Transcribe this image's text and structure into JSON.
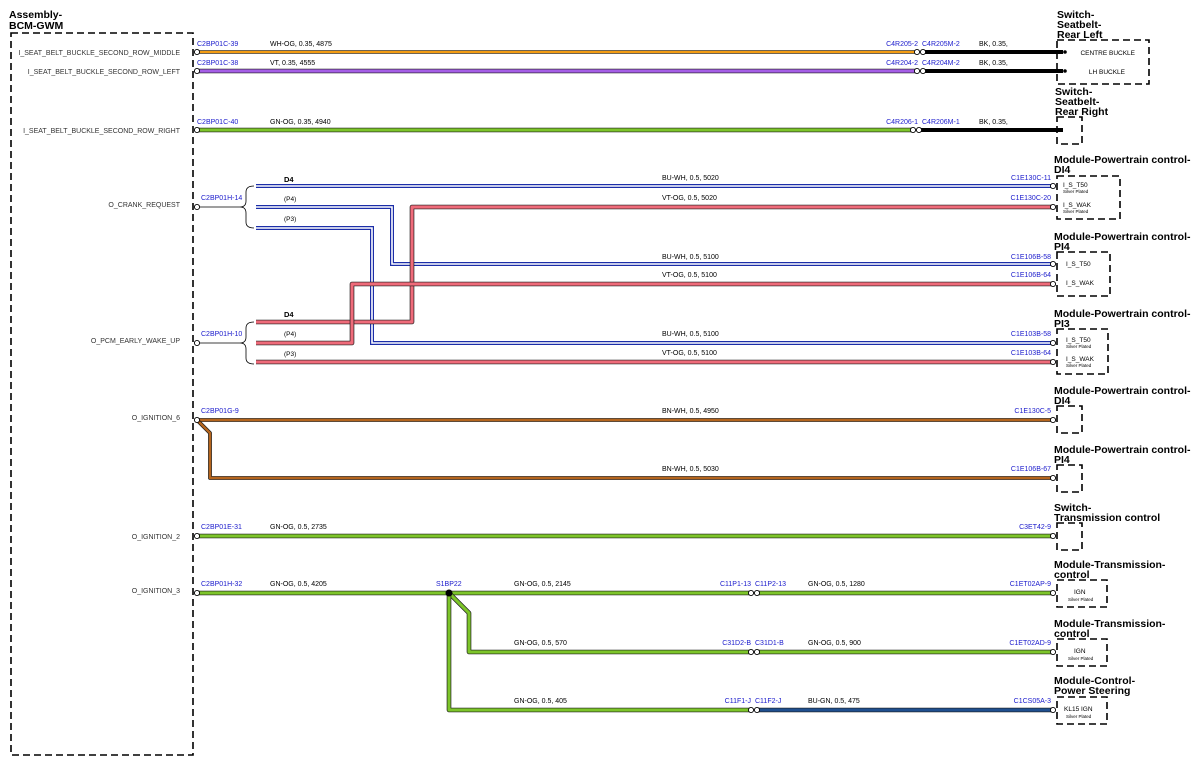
{
  "colors": {
    "WH-OG": "#f39c12",
    "VT": "#a55ee6",
    "GN-OG": "#7dc52a",
    "BU-WH": "#1c2ea8",
    "VT-OG": "#ef6b7a",
    "BN-WH": "#b5651d",
    "BK": "#000000",
    "BU-GN": "#1f4f8f"
  },
  "assembly": {
    "title_line1": "Assembly-",
    "title_line2": "BCM-GWM"
  },
  "pins": [
    "I_SEAT_BELT_BUCKLE_SECOND_ROW_MIDDLE",
    "I_SEAT_BELT_BUCKLE_SECOND_ROW_LEFT",
    "I_SEAT_BELT_BUCKLE_SECOND_ROW_RIGHT",
    "O_CRANK_REQUEST",
    "O_PCM_EARLY_WAKE_UP",
    "O_IGNITION_6",
    "O_IGNITION_2",
    "O_IGNITION_3"
  ],
  "connectors": {
    "c1": "C2BP01C-39",
    "c2": "C2BP01C-38",
    "c3": "C2BP01C-40",
    "c4": "C2BP01H-14",
    "c5": "C2BP01H-10",
    "c6": "C2BP01G-9",
    "c7": "C2BP01E-31",
    "c8": "C2BP01H-32",
    "r1a": "C4R205-2",
    "r1b": "C4R205M-2",
    "r2a": "C4R204-2",
    "r2b": "C4R204M-2",
    "r3a": "C4R206-1",
    "r3b": "C4R206M-1",
    "e1": "C1E130C-11",
    "e2": "C1E130C-20",
    "e3": "C1E106B-58",
    "e4": "C1E106B-64",
    "e5": "C1E103B-58",
    "e6": "C1E103B-64",
    "e7": "C1E130C-5",
    "e8": "C1E106B-67",
    "e9": "C3ET42-9",
    "splice": "S1BP22",
    "i1a": "C11P1-13",
    "i1b": "C11P2-13",
    "e10": "C1ET02AP-9",
    "i2a": "C31D2-B",
    "i2b": "C31D1-B",
    "e11": "C1ET02AD-9",
    "i3a": "C11F1-J",
    "i3b": "C11F2-J",
    "e12": "C1CS05A-3"
  },
  "wires": {
    "w1": "WH-OG,  0.35,  4875",
    "w2": "VT,  0.35,  4555",
    "w3": "GN-OG,  0.35,  4940",
    "bk1": "BK,  0.35,",
    "bk2": "BK,  0.35,",
    "bk3": "BK,  0.35,",
    "w4": "BU-WH,  0.5,  5020",
    "w5": "VT-OG,  0.5,  5020",
    "w6": "BU-WH,  0.5,  5100",
    "w7": "VT-OG,  0.5,  5100",
    "w8": "BU-WH,  0.5,  5100",
    "w9": "VT-OG,  0.5,  5100",
    "w10": "BN-WH,  0.5,  4950",
    "w11": "BN-WH,  0.5,  5030",
    "w12": "GN-OG,  0.5,  2735",
    "w13": "GN-OG,  0.5,  4205",
    "w14": "GN-OG,  0.5,  2145",
    "w15": "GN-OG,  0.5,  1280",
    "w16": "GN-OG,  0.5,  570",
    "w17": "GN-OG,  0.5,  900",
    "w18": "GN-OG,  0.5,  405",
    "w19": "BU-GN,  0.5,  475"
  },
  "variants": {
    "d4a": "D4",
    "p4a": "(P4)",
    "p3a": "(P3)",
    "d4b": "D4",
    "p4b": "(P4)",
    "p3b": "(P3)"
  },
  "modules": {
    "m1": {
      "l1": "Switch-",
      "l2": "Seatbelt-",
      "l3": "Rear Left",
      "p1": "CENTRE BUCKLE",
      "p2": "LH BUCKLE"
    },
    "m2": {
      "l1": "Switch-",
      "l2": "Seatbelt-",
      "l3": "Rear Right"
    },
    "m3": {
      "l1": "Module-Powertrain control-",
      "l2": "DI4",
      "p1": "I_S_T50",
      "p1s": "Silver Plated",
      "p2": "I_S_WAK",
      "p2s": "Silver Plated"
    },
    "m4": {
      "l1": "Module-Powertrain control-",
      "l2": "PI4",
      "p1": "I_S_T50",
      "p2": "I_S_WAK"
    },
    "m5": {
      "l1": "Module-Powertrain control-",
      "l2": "PI3",
      "p1": "I_S_T50",
      "p1s": "Silver Plated",
      "p2": "I_S_WAK",
      "p2s": "Silver Plated"
    },
    "m6": {
      "l1": "Module-Powertrain control-",
      "l2": "DI4"
    },
    "m7": {
      "l1": "Module-Powertrain control-",
      "l2": "PI4"
    },
    "m8": {
      "l1": "Switch-",
      "l2": "Transmission control"
    },
    "m9": {
      "l1": "Module-Transmission-",
      "l2": "control",
      "p1": "IGN",
      "p1s": "Silver Plated"
    },
    "m10": {
      "l1": "Module-Transmission-",
      "l2": "control",
      "p1": "IGN",
      "p1s": "Silver Plated"
    },
    "m11": {
      "l1": "Module-Control-",
      "l2": "Power Steering",
      "p1": "KL15 IGN",
      "p1s": "Silver Plated"
    }
  }
}
